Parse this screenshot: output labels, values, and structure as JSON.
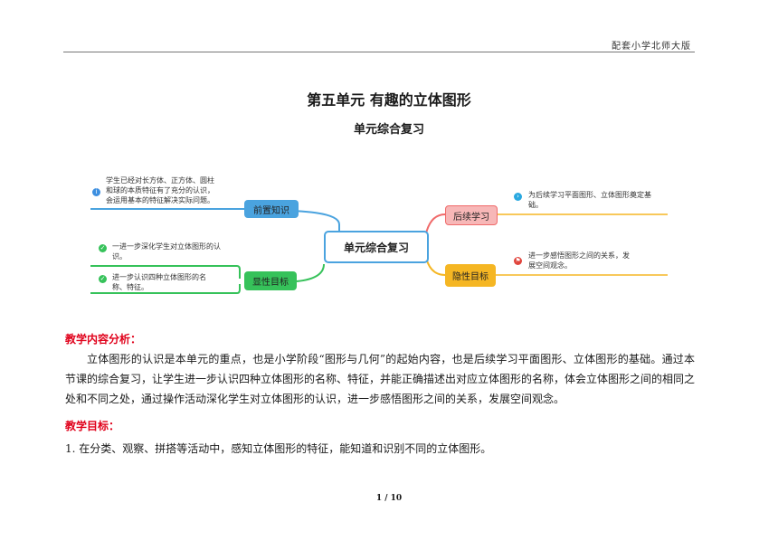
{
  "header": {
    "text": "配套小学北师大版"
  },
  "doc": {
    "title": "第五单元  有趣的立体图形",
    "subtitle": "单元综合复习"
  },
  "mindmap": {
    "center": "单元综合复习",
    "branches": {
      "prior": {
        "label": "前置知识",
        "color": "#4aa3df",
        "note_lines": [
          "学生已经对长方体、正方体、圆柱",
          "和球的本质特征有了充分的认识，",
          "会运用基本的特征解决实际问题。"
        ]
      },
      "explicit": {
        "label": "显性目标",
        "color": "#36c25a",
        "notes": [
          {
            "lines": [
              "一进一步深化学生对立体图形的认",
              "识。"
            ]
          },
          {
            "lines": [
              "进一步认识四种立体图形的名",
              "称、特征。"
            ]
          }
        ]
      },
      "follow": {
        "label": "后续学习",
        "color": "#f06a6a",
        "note_lines": [
          "为后续学习平面图形、立体图形奠定基",
          "础。"
        ]
      },
      "implicit": {
        "label": "隐性目标",
        "color": "#f5b623",
        "note_lines": [
          "进一步感悟图形之间的关系，发",
          "展空间观念。"
        ]
      }
    }
  },
  "analysis": {
    "heading": "教学内容分析：",
    "text": "立体图形的认识是本单元的重点，也是小学阶段“图形与几何”的起始内容，也是后续学习平面图形、立体图形的基础。通过本节课的综合复习，让学生进一步认识四种立体图形的名称、特征，并能正确描述出对应立体图形的名称，体会立体图形之间的相同之处和不同之处，通过操作活动深化学生对立体图形的认识，进一步感悟图形之间的关系，发展空间观念。"
  },
  "goals": {
    "heading": "教学目标：",
    "items": [
      "1. 在分类、观察、拼搭等活动中，感知立体图形的特征，能知道和识别不同的立体图形。"
    ]
  },
  "footer": {
    "page": "1 / 10"
  }
}
